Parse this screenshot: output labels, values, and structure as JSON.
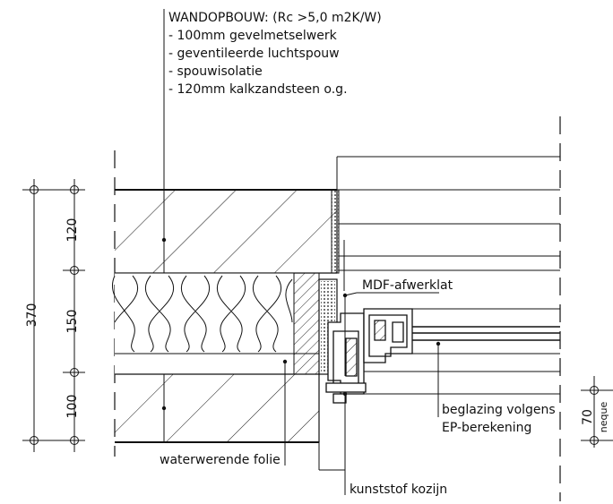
{
  "wall_spec": {
    "heading": "WANDOPBOUW: (Rc >5,0 m2K/W)",
    "layers": [
      "- 100mm gevelmetselwerk",
      "- geventileerde luchtspouw",
      "- spouwisolatie",
      "- 120mm kalkzandsteen o.g."
    ]
  },
  "dimensions": {
    "total": "370",
    "segments": [
      "120",
      "150",
      "100"
    ],
    "sill": "70",
    "sill_note": "neque"
  },
  "labels": {
    "mdf": "MDF-afwerklat",
    "glazing_line1": "beglazing volgens",
    "glazing_line2": "EP-berekening",
    "foil": "waterwerende folie",
    "frame": "kunststof kozijn"
  },
  "colors": {
    "ink": "#111111",
    "background": "#ffffff"
  }
}
